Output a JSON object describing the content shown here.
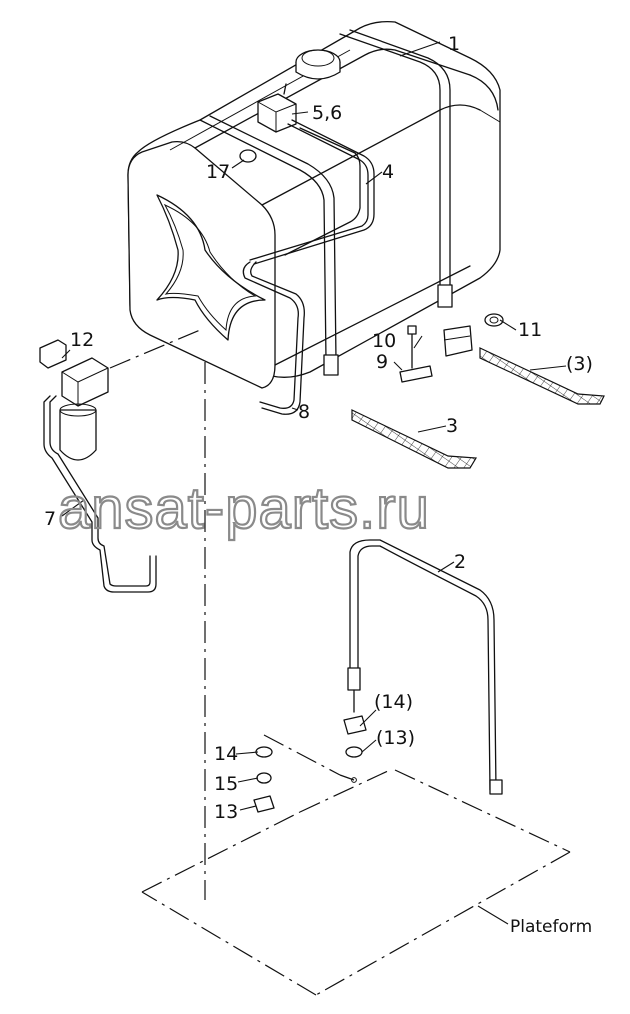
{
  "diagram": {
    "watermark": "ansat-parts.ru",
    "parts": {
      "p1": "1",
      "p2": "2",
      "p3": "3",
      "p3b": "(3)",
      "p4": "4",
      "p56": "5,6",
      "p7": "7",
      "p8": "8",
      "p9": "9",
      "p10": "10",
      "p11": "11",
      "p12": "12",
      "p13": "13",
      "p13b": "(13)",
      "p14": "14",
      "p14b": "(14)",
      "p15": "15",
      "p17": "17"
    },
    "platform_label": "Plateform"
  }
}
